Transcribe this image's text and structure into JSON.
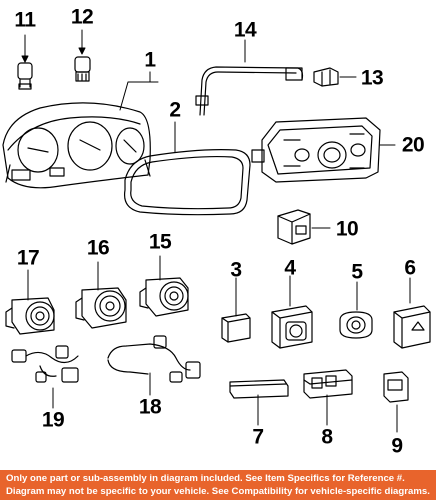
{
  "callouts": {
    "c1": "1",
    "c2": "2",
    "c3": "3",
    "c4": "4",
    "c5": "5",
    "c6": "6",
    "c7": "7",
    "c8": "8",
    "c9": "9",
    "c10": "10",
    "c11": "11",
    "c12": "12",
    "c13": "13",
    "c14": "14",
    "c15": "15",
    "c16": "16",
    "c17": "17",
    "c18": "18",
    "c19": "19",
    "c20": "20"
  },
  "footer": {
    "line1": "Only one part or sub-assembly in diagram included. See Item Specifics for Reference #.",
    "line2": "Diagram may not be specific to your vehicle. See Compatibility for vehicle-specific diagrams."
  },
  "colors": {
    "footer_bg": "#e8642c",
    "footer_text": "#ffffff",
    "line_art": "#000000"
  }
}
